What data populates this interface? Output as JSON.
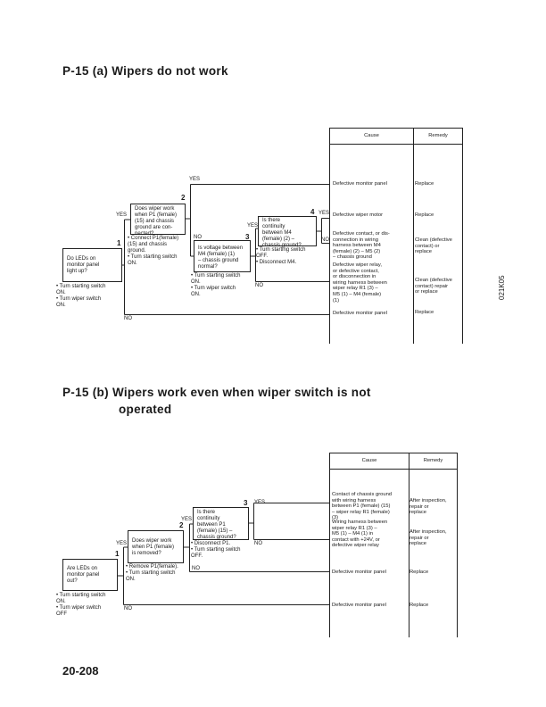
{
  "section_a": {
    "title": "P-15 (a)  Wipers do not work",
    "table_header": {
      "cause": "Cause",
      "remedy": "Remedy"
    },
    "rows": [
      {
        "cause": "Defective monitor panel",
        "remedy": "Replace"
      },
      {
        "cause": "Defective wiper motor",
        "remedy": "Replace"
      },
      {
        "cause": "Defective contact, or dis-\nconnection in wiring\nharness between M4\n(female) (2) – M5 (2)\n– chassis ground",
        "remedy": "Clean (defective\ncontact) or\nreplace"
      },
      {
        "cause": "Defective wiper relay,\nor defective contact,\nor disconnection in\nwiring harness between\nwiper relay R1 (3) –\nM5 (1) – M4 (female)\n(1)",
        "remedy": "Clean (defective\ncontact) repair\nor replace"
      },
      {
        "cause": "Defective monitor panel",
        "remedy": "Replace"
      }
    ],
    "steps": [
      {
        "num": "1",
        "question": "Do LEDs on\nmonitor panel\nlight up?",
        "notes": "• Turn starting switch\n   ON.\n• Turn wiper switch\n   ON."
      },
      {
        "num": "2",
        "question": "Does wiper work\nwhen P1 (female)\n(15) and chassis\nground are con-\nnected?",
        "notes": "• Connect P1(female)\n   (15) and chassis\n   ground.\n• Turn starting switch\n   ON."
      },
      {
        "num": "3",
        "question": "Is voltage between\nM4 (female) (1)\n– chassis ground\nnormal?",
        "notes": "• Turn starting switch\n   ON.\n• Turn wiper switch\n   ON."
      },
      {
        "num": "4",
        "question": "Is there\ncontinuity\nbetween M4\n(female) (2) –\nchassis ground?",
        "notes": "• Turn starting switch\n   OFF.\n• Disconnect M4."
      }
    ],
    "labels": {
      "yes": "YES",
      "no": "NO"
    }
  },
  "section_b": {
    "title_line1": "P-15 (b)  Wipers work even when wiper switch is not",
    "title_line2": "operated",
    "table_header": {
      "cause": "Cause",
      "remedy": "Remedy"
    },
    "rows": [
      {
        "cause": "Contact of chassis ground\nwith wiring harness\nbetween P1 (female) (15)\n– wiper relay R1 (female)\n(3)",
        "remedy": "After inspection,\nrepair or\nreplace"
      },
      {
        "cause": "Wiring harness between\nwiper relay R1 (3) –\nM5 (1) – M4 (1) in\ncontact with +24V, or\ndefective wiper relay",
        "remedy": "After inspection,\nrepair or\nreplace"
      },
      {
        "cause": "Defective monitor panel",
        "remedy": "Replace"
      },
      {
        "cause": "Defective monitor panel",
        "remedy": "Replace"
      }
    ],
    "steps": [
      {
        "num": "1",
        "question": "Are LEDs on\nmonitor panel\nout?",
        "notes": "• Turn starting switch\n   ON.\n• Turn wiper switch\n   OFF"
      },
      {
        "num": "2",
        "question": "Does wiper work\nwhen P1 (female)\nis removed?",
        "notes": "• Remove P1(female).\n• Turn starting switch\n   ON."
      },
      {
        "num": "3",
        "question": "Is there\ncontinuity\nbetween P1\n(female) (15) –\nchassis ground?",
        "notes": "• Disconnect P1.\n• Turn starting switch\n   OFF."
      }
    ],
    "labels": {
      "yes": "YES",
      "no": "NO"
    }
  },
  "figure_code": "021K05",
  "page_number": "20-208"
}
